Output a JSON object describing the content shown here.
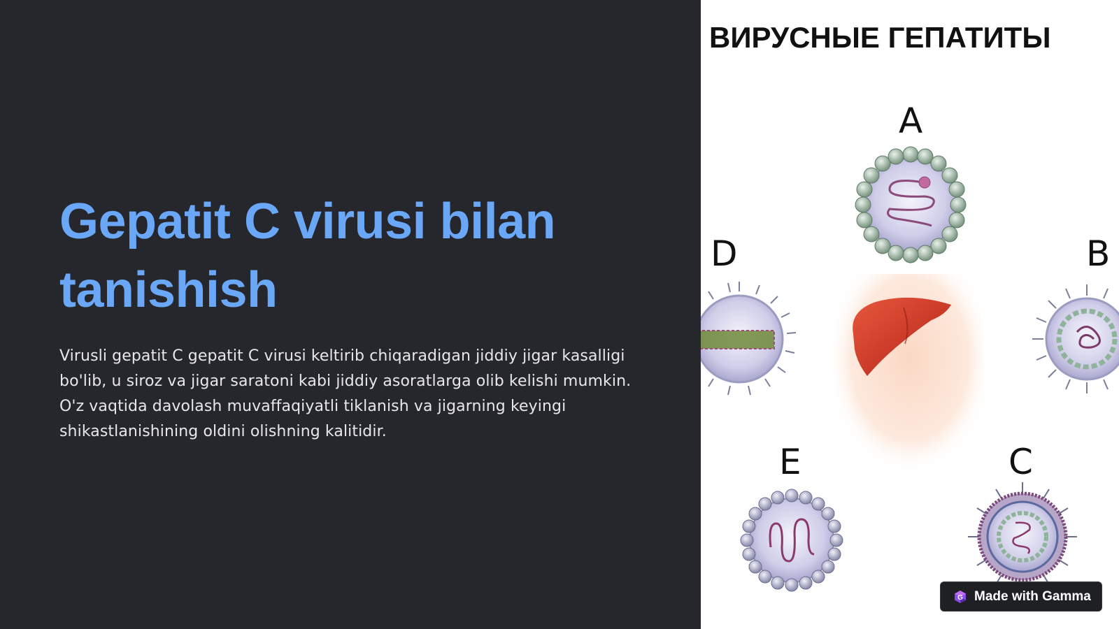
{
  "slide": {
    "title": "Gepatit C virusi bilan tanishish",
    "body": "Virusli gepatit C gepatit C virusi keltirib chiqaradigan jiddiy jigar kasalligi bo'lib, u siroz va jigar saratoni kabi jiddiy asoratlarga olib kelishi mumkin. O'z vaqtida davolash muvaffaqiyatli tiklanish va jigarning keyingi shikastlanishining oldini olishning kalitidir."
  },
  "illustration": {
    "heading": "ВИРУСНЫЕ ГЕПАТИТЫ",
    "labels": {
      "a": "A",
      "b": "B",
      "c": "C",
      "d": "D",
      "e": "E"
    }
  },
  "badge": {
    "label": "Made with Gamma",
    "icon": "gamma-logo-icon"
  },
  "colors": {
    "background": "#25272c",
    "title": "#6aa8f7",
    "body_text": "#e8e8ea",
    "badge_bg": "#1f2023"
  }
}
